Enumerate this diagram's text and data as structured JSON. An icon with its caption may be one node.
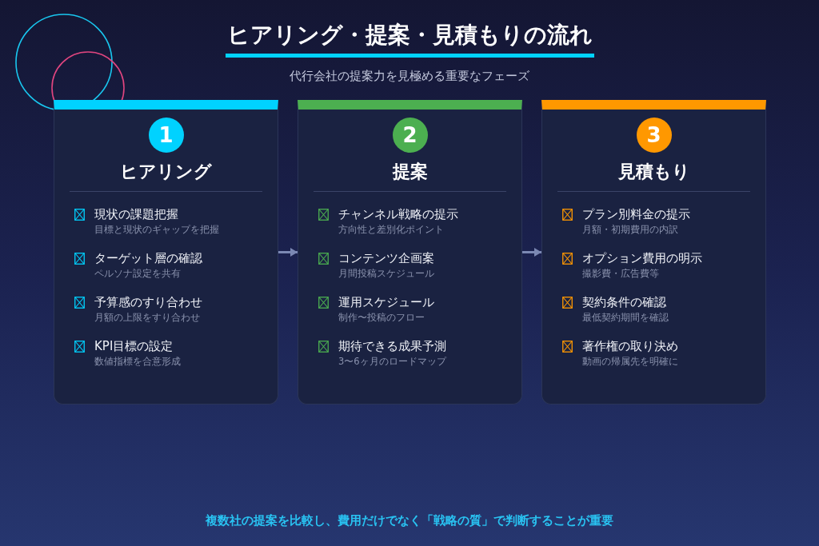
{
  "diagram": {
    "title": "ヒアリング・提案・見積もりの流れ",
    "caption": "複数社の提案を比較し、費用だけでなく「戦略の質」で判断することが重要",
    "nodes": [
      {
        "text": [
          "ヒアリング",
          "現状の課題把握",
          "目標と現状のギャップを把握",
          "ターゲット層の確認",
          "ペルソナ設定を共有",
          "予算感のすり合わせ",
          "月額の上限をすり合わせ",
          "KPI目標の設定",
          "数値指標を合意形成"
        ]
      },
      {
        "text": [
          "1"
        ],
        "in": 0
      },
      {
        "text": [
          "提案",
          "チャンネル戦略の提示",
          "方向性と差別化ポイント",
          "コンテンツ企画案",
          "月間投稿スケジュール",
          "運用スケジュール",
          "制作〜投稿のフロー",
          "期待できる成果予測",
          "3〜6ヶ月のロードマップ"
        ]
      },
      {
        "text": [
          "2"
        ],
        "in": 2
      },
      {
        "text": [
          "見積もり",
          "プラン別料金の提示",
          "月額・初期費用の内訳",
          "オプション費用の明示",
          "撮影費・広告費等",
          "契約条件の確認",
          "最低契約期間を確認",
          "著作権の取り決め",
          "動画の帰属先を明確に"
        ]
      },
      {
        "text": [
          "3"
        ],
        "in": 4
      }
    ],
    "edges": [
      {
        "from": 0,
        "to": 2,
        "arrow": "to"
      },
      {
        "from": 2,
        "to": 4,
        "arrow": "to"
      }
    ],
    "labels": [
      "代行会社の提案力を見極める重要なフェーズ"
    ]
  }
}
